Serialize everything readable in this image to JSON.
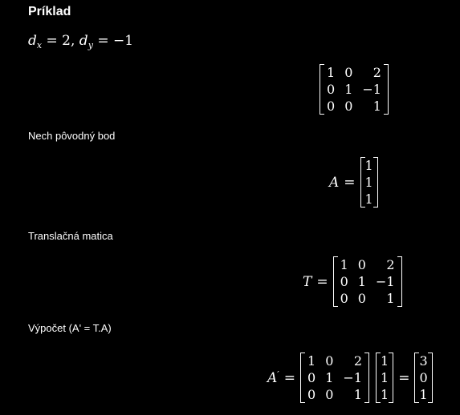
{
  "title": "Príklad",
  "given": {
    "dx_label": "d",
    "dx_sub": "x",
    "dx_value": "= 2,",
    "dy_label": "d",
    "dy_sub": "y",
    "dy_value": "= −1"
  },
  "matrix_top": [
    [
      "1",
      "0",
      "2"
    ],
    [
      "0",
      "1",
      "−1"
    ],
    [
      "0",
      "0",
      "1"
    ]
  ],
  "section_point": {
    "label": "Nech pôvodný bod",
    "lhs": "A",
    "eq": "=",
    "vector": [
      [
        "1"
      ],
      [
        "1"
      ],
      [
        "1"
      ]
    ]
  },
  "section_translation": {
    "label": "Translačná matica",
    "lhs": "T",
    "eq": "=",
    "matrix": [
      [
        "1",
        "0",
        "2"
      ],
      [
        "0",
        "1",
        "−1"
      ],
      [
        "0",
        "0",
        "1"
      ]
    ]
  },
  "section_compute": {
    "label": "Výpočet (A' = T.A)",
    "lhs": "A",
    "lhs_prime": "′",
    "eq": "=",
    "eq2": "=",
    "matrix": [
      [
        "1",
        "0",
        "2"
      ],
      [
        "0",
        "1",
        "−1"
      ],
      [
        "0",
        "0",
        "1"
      ]
    ],
    "vector": [
      [
        "1"
      ],
      [
        "1"
      ],
      [
        "1"
      ]
    ],
    "result": [
      [
        "3"
      ],
      [
        "0"
      ],
      [
        "1"
      ]
    ]
  }
}
